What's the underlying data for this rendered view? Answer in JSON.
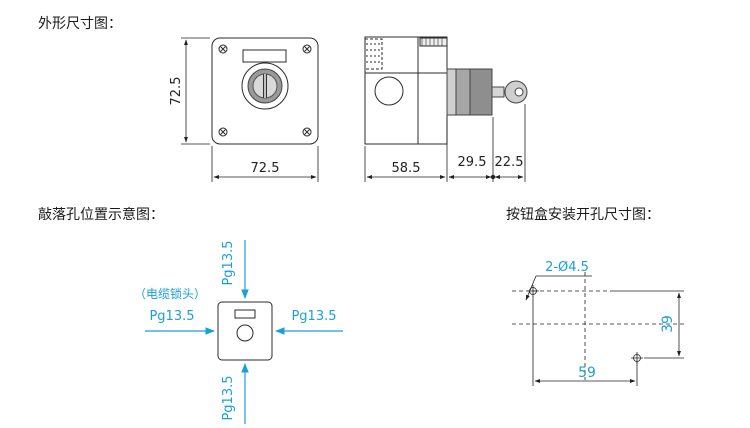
{
  "headings": {
    "outline": "外形尺寸图：",
    "knockout": "敲落孔位置示意图：",
    "mounting": "按钮盒安装开孔尺寸图："
  },
  "outline_dims": {
    "height": "72.5",
    "width": "72.5",
    "depth": "58.5",
    "key_a": "29.5",
    "key_b": "22.5"
  },
  "knockout": {
    "cable_lock": "（电缆锁头）",
    "top": "Pg13.5",
    "left": "Pg13.5",
    "right": "Pg13.5",
    "bottom": "Pg13.5"
  },
  "mounting": {
    "hole": "2-Ø4.5",
    "width": "59",
    "height": "39"
  },
  "colors": {
    "line": "#2b2b2b",
    "dim": "#222222",
    "accent": "#1aa0d8"
  }
}
